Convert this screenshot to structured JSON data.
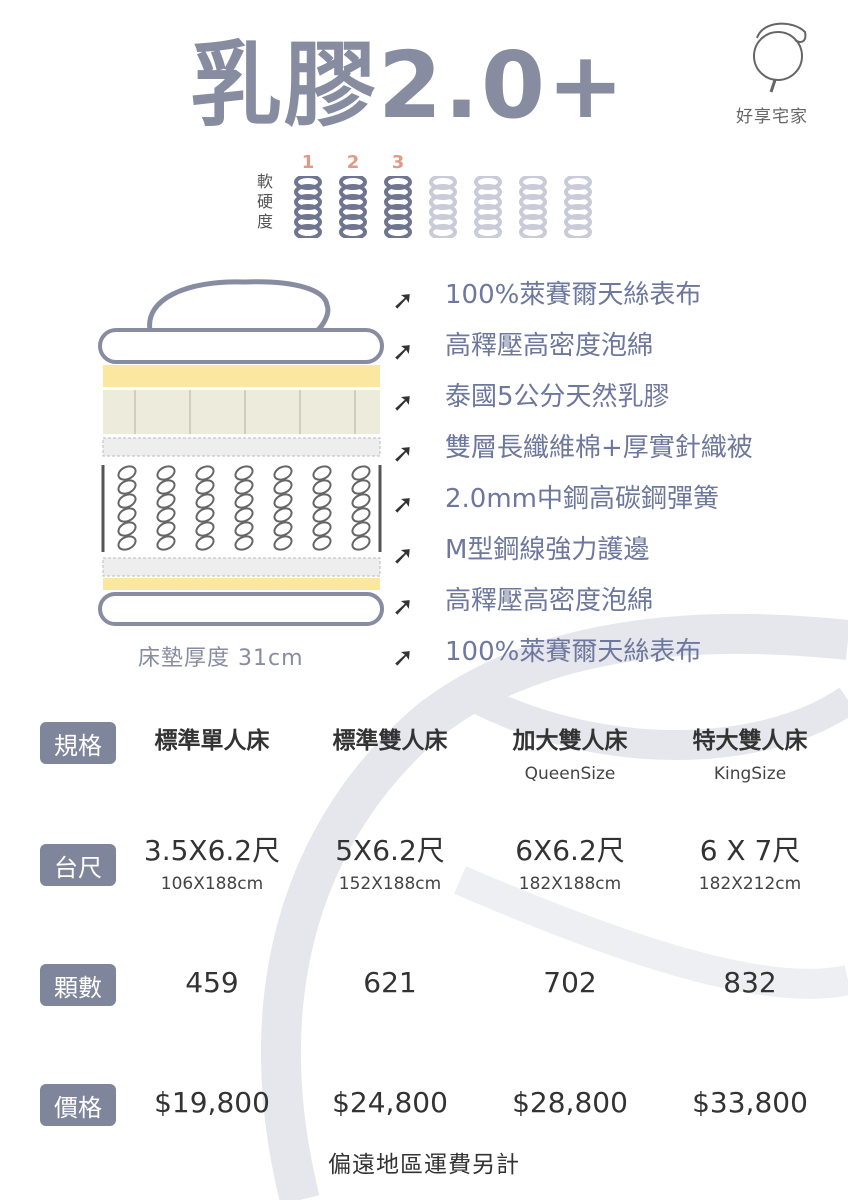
{
  "title": "乳膠2.0+",
  "brand": {
    "name": "好享宅家"
  },
  "firmness": {
    "label": [
      "軟",
      "硬",
      "度"
    ],
    "levels": [
      "1",
      "2",
      "3"
    ],
    "active": 3,
    "total": 7
  },
  "layers": [
    "100%萊賽爾天絲表布",
    "高釋壓高密度泡綿",
    "泰國5公分天然乳膠",
    "雙層長纖維棉+厚實針織被",
    "2.0mm中鋼高碳鋼彈簧",
    "M型鋼線強力護邊",
    "高釋壓高密度泡綿",
    "100%萊賽爾天絲表布"
  ],
  "thickness": "床墊厚度 31cm",
  "table": {
    "row_labels": [
      "規格",
      "台尺",
      "顆數",
      "價格"
    ],
    "columns": [
      {
        "name": "標準單人床",
        "sub": "",
        "size": "3.5X6.2尺",
        "cm": "106X188cm",
        "count": "459",
        "price": "$19,800"
      },
      {
        "name": "標準雙人床",
        "sub": "",
        "size": "5X6.2尺",
        "cm": "152X188cm",
        "count": "621",
        "price": "$24,800"
      },
      {
        "name": "加大雙人床",
        "sub": "QueenSize",
        "size": "6X6.2尺",
        "cm": "182X188cm",
        "count": "702",
        "price": "$28,800"
      },
      {
        "name": "特大雙人床",
        "sub": "KingSize",
        "size": "6 X 7尺",
        "cm": "182X212cm",
        "count": "832",
        "price": "$33,800"
      }
    ]
  },
  "footer": "偏遠地區運費另計",
  "colors": {
    "accent": "#878ca1",
    "badge": "#7f869c",
    "layer_text": "#6e779d",
    "level": "#e29a86"
  }
}
